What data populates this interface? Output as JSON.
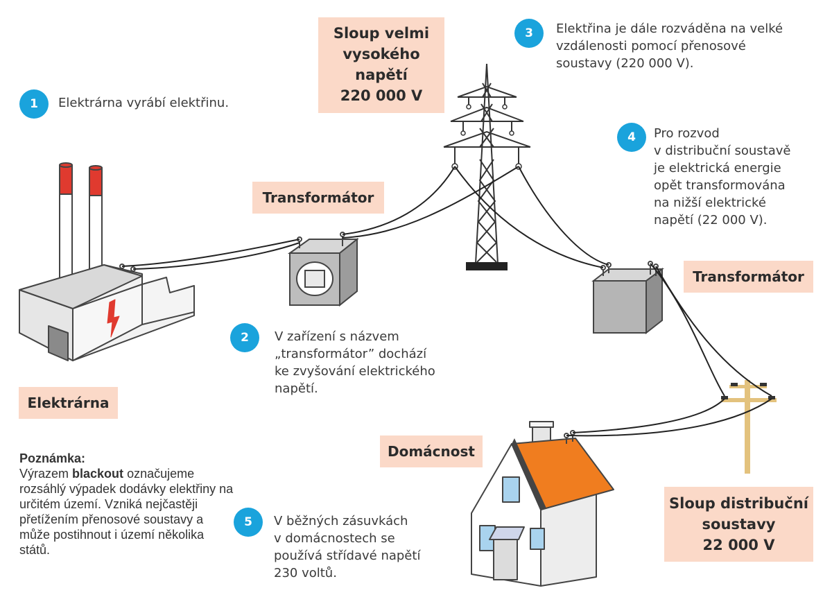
{
  "labels": {
    "tower_high": [
      "Sloup velmi",
      "vysokého",
      "napětí",
      "220 000 V"
    ],
    "transformer_1": "Transformátor",
    "transformer_2": "Transformátor",
    "power_plant": "Elektrárna",
    "household": "Domácnost",
    "pole_distribution": [
      "Sloup distribuční",
      "soustavy",
      "22 000 V"
    ]
  },
  "steps": [
    {
      "number": "1",
      "text": "Elektrárna vyrábí elektřinu."
    },
    {
      "number": "2",
      "text": "V zařízení s názvem\n„transformátor” dochází\nke zvyšování elektrického\nnapětí."
    },
    {
      "number": "3",
      "text": "Elektřina je dále rozváděna na velké\nvzdálenosti pomocí přenosové\nsoustavy (220 000 V)."
    },
    {
      "number": "4",
      "text": "Pro rozvod\nv distribuční soustavě\nje elektrická energie\nopět transformována\nna nižší elektrické\nnapětí (22 000 V)."
    },
    {
      "number": "5",
      "text": "V běžných zásuvkách\nv domácnostech se\npoužívá střídavé napětí\n230 voltů."
    }
  ],
  "note": {
    "heading": "Poznámka:",
    "prefix": "Výrazem ",
    "term": "blackout",
    "body": "označujeme rozsáhlý výpadek dodávky elektřiny na určitém území. Vzniká nejčastěji přetížením přenosové soustavy a může postihnout i území několika států."
  },
  "colors": {
    "label_bg": "#fbd9c8",
    "step_circle": "#1aa3dc",
    "roof": "#f07d1f",
    "chimney_top": "#e03a2f",
    "lightning": "#e03a2f",
    "pole_wood": "#e3c27d",
    "window": "#a9d3ee"
  }
}
